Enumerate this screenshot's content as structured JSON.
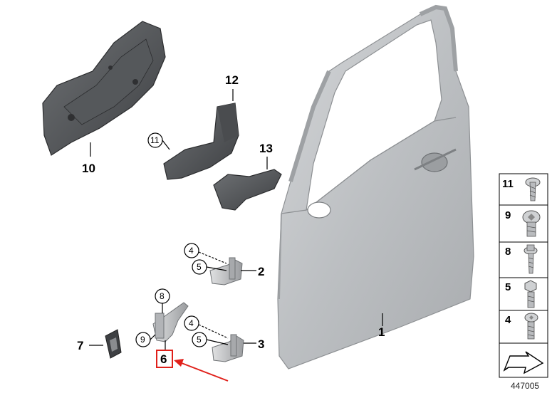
{
  "callouts": {
    "door": "1",
    "hinge_upper": "2",
    "hinge_lower": "3",
    "check_strap": "6",
    "grommet": "7",
    "cover_10": "10",
    "bracket_12": "12",
    "bracket_13": "13",
    "circled_11": "11",
    "circled_4_upper": "4",
    "circled_5_upper": "5",
    "circled_4_lower": "4",
    "circled_5_lower": "5",
    "circled_8": "8",
    "circled_9": "9"
  },
  "legend": {
    "items": [
      {
        "number": "11",
        "icon": "torx-screw-icon"
      },
      {
        "number": "9",
        "icon": "torx-collar-bolt-icon"
      },
      {
        "number": "8",
        "icon": "hex-flange-screw-icon"
      },
      {
        "number": "5",
        "icon": "hex-bolt-icon"
      },
      {
        "number": "4",
        "icon": "torx-bolt-icon"
      }
    ],
    "footer_icon": "arrow-direction-icon"
  },
  "reference_number": "447005",
  "highlight": {
    "target": "6",
    "color": "#e0201a"
  }
}
